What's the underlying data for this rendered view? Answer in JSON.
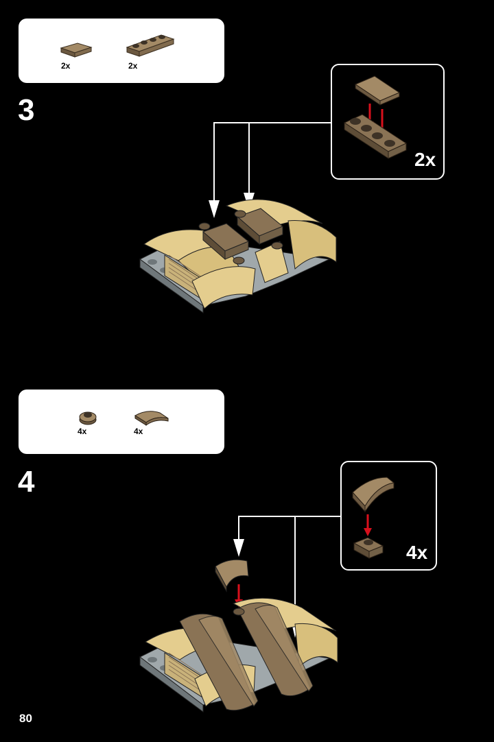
{
  "page_number": "80",
  "steps": [
    {
      "number": "3",
      "parts": [
        {
          "name": "tile-1x2-dark-tan",
          "qty": "2x"
        },
        {
          "name": "plate-1x4-dark-tan",
          "qty": "2x"
        }
      ],
      "callout_qty": "2x"
    },
    {
      "number": "4",
      "parts": [
        {
          "name": "plate-1x1-round-dark-tan",
          "qty": "4x"
        },
        {
          "name": "slope-curved-1x2-dark-tan",
          "qty": "4x"
        }
      ],
      "callout_qty": "4x"
    }
  ],
  "colors": {
    "background": "#000000",
    "dark_tan": "#8a7355",
    "tan": "#e4cd8e",
    "light_bluish_gray": "#a0a8ab",
    "arrow_red": "#d8101c"
  }
}
